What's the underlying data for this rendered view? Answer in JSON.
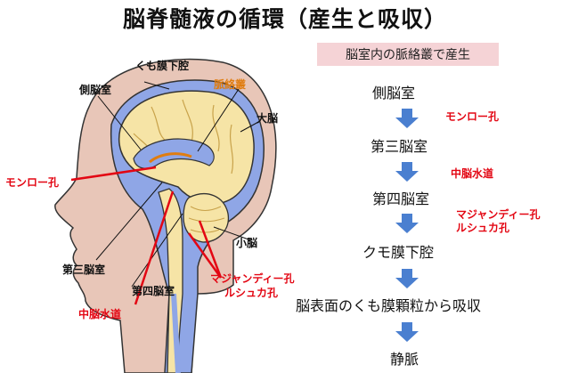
{
  "title": "脳脊髄液の循環（産生と吸収）",
  "subtitle": "脳室内の脈絡叢で産生",
  "flow": {
    "steps": [
      "側脳室",
      "第三脳室",
      "第四脳室",
      "クモ膜下腔",
      "脳表面のくも膜顆粒から吸収",
      "静脈"
    ],
    "transitions": [
      "モンロー孔",
      "中脳水道",
      "マジャンディー孔",
      "ルシュカ孔"
    ]
  },
  "brain_labels": {
    "subarachnoid": "くも膜下腔",
    "lateral_ventricle": "側脳室",
    "choroid_plexus": "脈絡叢",
    "cerebrum": "大脳",
    "monro": "モンロー孔",
    "cerebellum": "小脳",
    "third_ventricle": "第三脳室",
    "fourth_ventricle": "第四脳室",
    "aqueduct": "中脳水道",
    "magendie": "マジャンディー孔",
    "luschka": "ルシュカ孔"
  },
  "colors": {
    "skin": "#e8c6b8",
    "csf_blue": "#8fa6e6",
    "brain": "#f6e4a6",
    "arrow": "#4a7fd0",
    "accent_red": "#e30613",
    "accent_orange": "#e07d10",
    "subtitle_bg": "#f5d3d6"
  }
}
